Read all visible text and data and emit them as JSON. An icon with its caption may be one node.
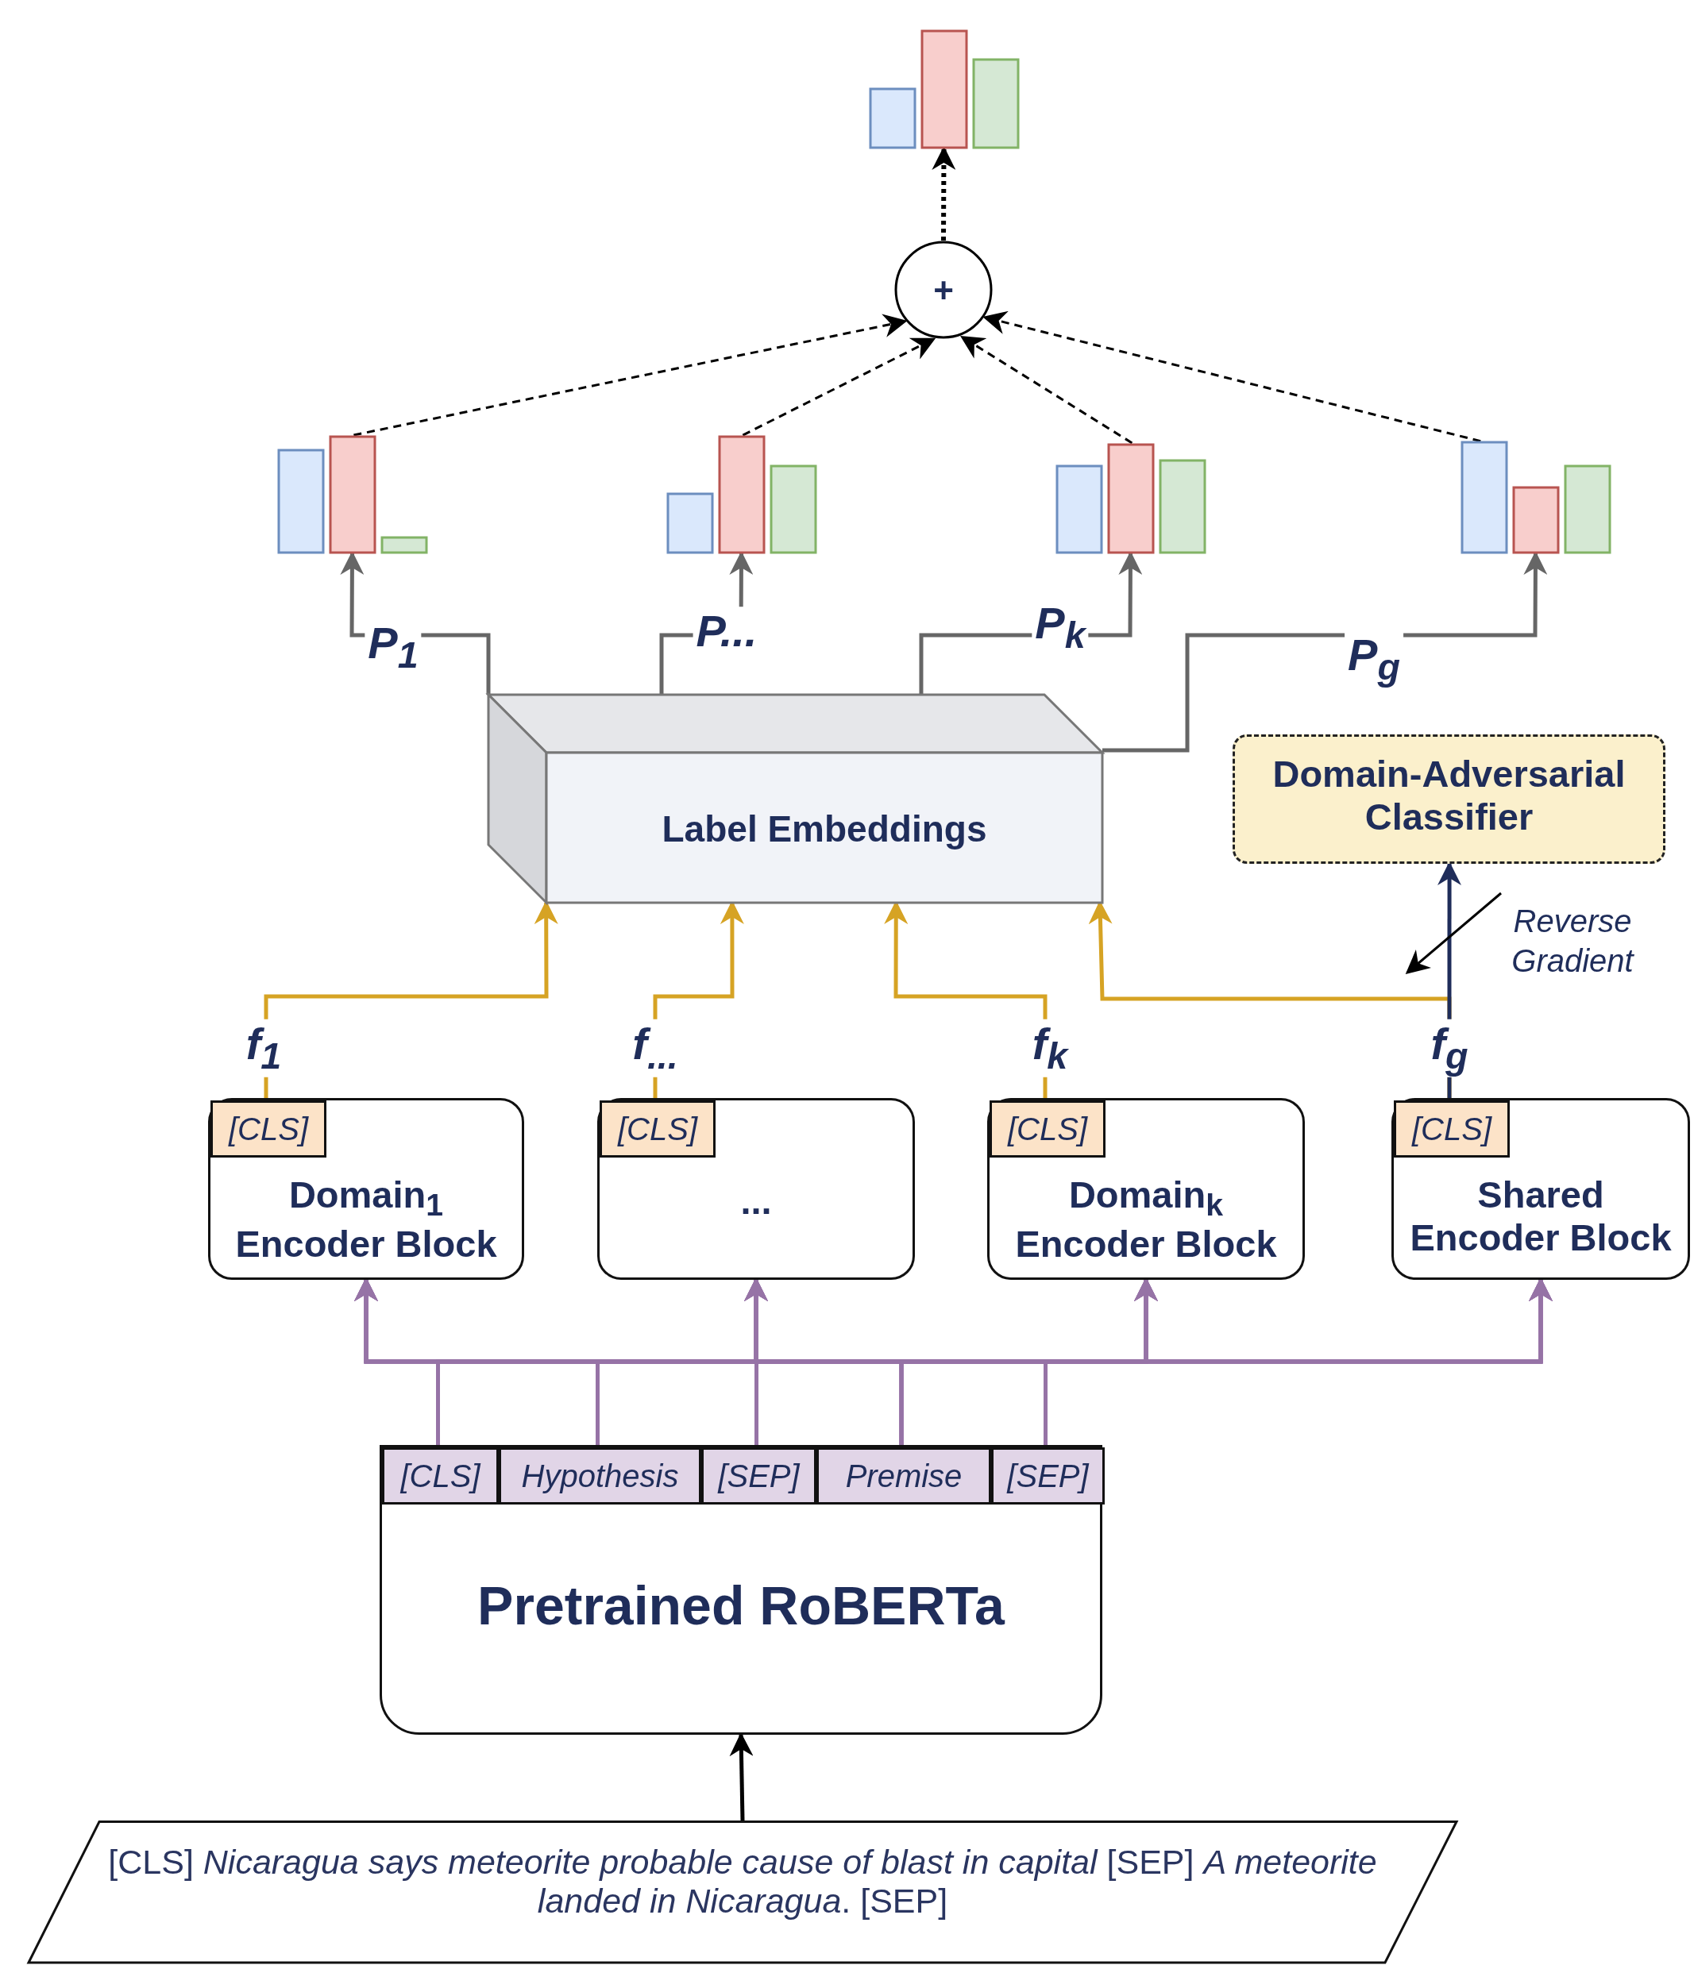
{
  "diagram": {
    "nodes": [
      {
        "text": [],
        "shape": "bar"
      },
      {
        "text": [
          "+"
        ]
      },
      {
        "text": [],
        "shape": "bar"
      },
      {
        "text": [],
        "shape": "bar"
      },
      {
        "text": [],
        "shape": "bar"
      },
      {
        "text": [],
        "shape": "bar"
      },
      {
        "text": [
          "Label Embeddings"
        ]
      },
      {
        "text": [
          "Domain-Adversarial Classifier"
        ]
      },
      {
        "text": [
          "Domain$_{1}$ Encoder Block"
        ]
      },
      {
        "text": [
          "[CLS]"
        ],
        "in": 8
      },
      {
        "text": [
          "..."
        ]
      },
      {
        "text": [
          "[CLS]"
        ],
        "in": 10
      },
      {
        "text": [
          "Domain$_{k}$ Encoder Block"
        ]
      },
      {
        "text": [
          "[CLS]"
        ],
        "in": 12
      },
      {
        "text": [
          "Shared Encoder Block"
        ]
      },
      {
        "text": [
          "[CLS]"
        ],
        "in": 14
      },
      {
        "text": [
          "Pretrained RoBERTa"
        ]
      },
      {
        "text": [
          "[CLS]"
        ],
        "in": 16
      },
      {
        "text": [
          "Hypothesis"
        ],
        "in": 16
      },
      {
        "text": [
          "[SEP]"
        ],
        "in": 16
      },
      {
        "text": [
          "Premise"
        ],
        "in": 16
      },
      {
        "text": [
          "[SEP]"
        ],
        "in": 16
      },
      {
        "text": [
          "[CLS] *Nicaragua says meteorite probable cause of blast in capital* [SEP] *A meteorite landed in Nicaragua*. [SEP]"
        ]
      }
    ],
    "edges": [
      {
        "from": 1,
        "to": 0,
        "arrow": "to",
        "style": "dashed",
        "color": "#000000"
      },
      {
        "from": 2,
        "to": 1,
        "arrow": "to",
        "style": "dashed",
        "color": "#000000"
      },
      {
        "from": 3,
        "to": 1,
        "arrow": "to",
        "style": "dashed",
        "color": "#000000"
      },
      {
        "from": 4,
        "to": 1,
        "arrow": "to",
        "style": "dashed",
        "color": "#000000"
      },
      {
        "from": 5,
        "to": 1,
        "arrow": "to",
        "style": "dashed",
        "color": "#000000"
      },
      {
        "from": 6,
        "to": 2,
        "arrow": "to",
        "label": "P$_{1}$",
        "color": "#666666"
      },
      {
        "from": 6,
        "to": 3,
        "arrow": "to",
        "label": "P...",
        "color": "#666666"
      },
      {
        "from": 6,
        "to": 4,
        "arrow": "to",
        "label": "P$_{k}$",
        "color": "#666666"
      },
      {
        "from": 6,
        "to": 5,
        "arrow": "to",
        "label": "P$_{g}$",
        "color": "#666666"
      },
      {
        "from": 9,
        "to": 6,
        "arrow": "to",
        "label": "f$_{1}$",
        "color": "#d6a324"
      },
      {
        "from": 11,
        "to": 6,
        "arrow": "to",
        "label": "f$_{...}$",
        "color": "#d6a324"
      },
      {
        "from": 13,
        "to": 6,
        "arrow": "to",
        "label": "f$_{k}$",
        "color": "#d6a324"
      },
      {
        "from": 15,
        "to": 6,
        "arrow": "to",
        "color": "#d6a324"
      },
      {
        "from": 15,
        "to": 7,
        "arrow": "to",
        "label": "f$_{g}$",
        "color": "#1f2d5a"
      },
      {
        "from": 17,
        "to": 8,
        "arrow": "to"
      },
      {
        "from": 17,
        "to": 10,
        "arrow": "to"
      },
      {
        "from": 17,
        "to": 12,
        "arrow": "to"
      },
      {
        "from": 17,
        "to": 14,
        "arrow": "to"
      },
      {
        "from": 18,
        "to": 8,
        "arrow": "to"
      },
      {
        "from": 18,
        "to": 10,
        "arrow": "to"
      },
      {
        "from": 18,
        "to": 12,
        "arrow": "to"
      },
      {
        "from": 18,
        "to": 14,
        "arrow": "to"
      },
      {
        "from": 19,
        "to": 8,
        "arrow": "to"
      },
      {
        "from": 19,
        "to": 10,
        "arrow": "to"
      },
      {
        "from": 19,
        "to": 12,
        "arrow": "to"
      },
      {
        "from": 19,
        "to": 14,
        "arrow": "to"
      },
      {
        "from": 20,
        "to": 8,
        "arrow": "to"
      },
      {
        "from": 20,
        "to": 10,
        "arrow": "to"
      },
      {
        "from": 20,
        "to": 12,
        "arrow": "to"
      },
      {
        "from": 20,
        "to": 14,
        "arrow": "to"
      },
      {
        "from": 21,
        "to": 8,
        "arrow": "to"
      },
      {
        "from": 21,
        "to": 10,
        "arrow": "to"
      },
      {
        "from": 21,
        "to": 12,
        "arrow": "to"
      },
      {
        "from": 21,
        "to": 14,
        "arrow": "to"
      },
      {
        "from": 22,
        "to": 16,
        "arrow": "to",
        "color": "#000000"
      }
    ],
    "labels": [
      "Reverse Gradient"
    ]
  }
}
